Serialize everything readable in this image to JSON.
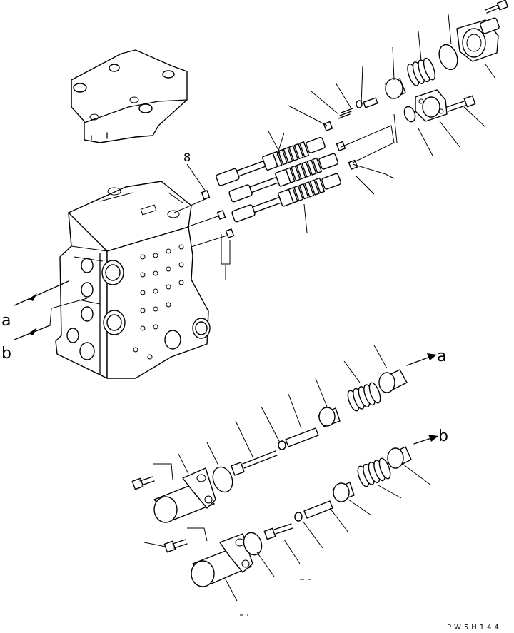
{
  "diagram": {
    "callout_number": "8",
    "arrow_labels": {
      "a_left": "a",
      "b_left": "b",
      "a_right": "a",
      "b_right": "b"
    },
    "drawing_code": "PW5H144"
  },
  "icons": {
    "valve_body": "valve-body-icon",
    "cover": "cover-plate-icon"
  }
}
